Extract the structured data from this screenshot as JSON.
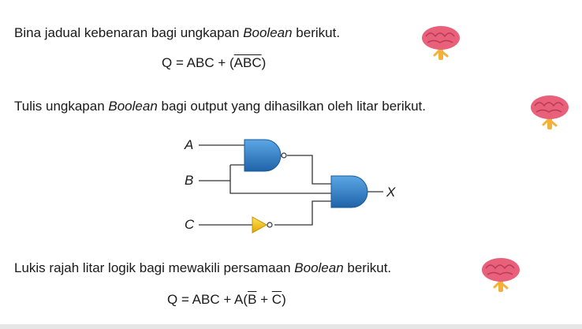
{
  "q1": {
    "before": "Bina jadual kebenaran bagi ungkapan ",
    "italic": "Boolean",
    "after": " berikut.",
    "equation": {
      "lhs": "Q = ABC + (",
      "over": "ABC",
      "rhs": ")"
    }
  },
  "q2": {
    "before": "Tulis ungkapan ",
    "italic": "Boolean",
    "after": " bagi output yang dihasilkan oleh litar berikut.",
    "circuit": {
      "input_a": "A",
      "input_b": "B",
      "input_c": "C",
      "output": "X"
    }
  },
  "q3": {
    "before": "Lukis rajah litar logik bagi mewakili persamaan ",
    "italic": "Boolean",
    "after": " berikut.",
    "equation": {
      "lhs": "Q = ABC + A(",
      "b": "B",
      "plus": " + ",
      "c": "C",
      "rhs": ")"
    }
  },
  "colors": {
    "gate_blue": "#2f7fc4",
    "not_yellow": "#f2c21c",
    "wire": "#333333",
    "brain_pink": "#e8607a",
    "brain_stem": "#f3b13a"
  }
}
